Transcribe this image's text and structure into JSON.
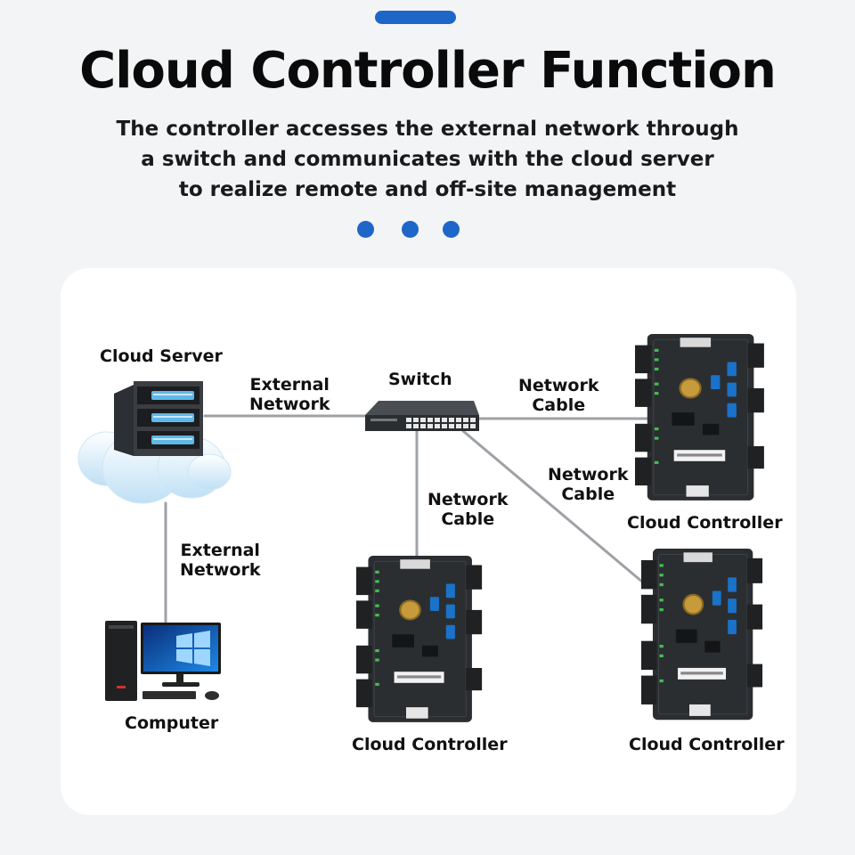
{
  "header": {
    "title": "Cloud Controller Function",
    "subtitle_lines": [
      "The controller accesses the external network through",
      "a switch and communicates with the cloud server",
      "to realize remote and off-site management"
    ]
  },
  "diagram": {
    "nodes": {
      "cloud_server": "Cloud Server",
      "switch": "Switch",
      "computer": "Computer",
      "controller_top_right": "Cloud Controller",
      "controller_bottom_center": "Cloud Controller",
      "controller_bottom_right": "Cloud Controller"
    },
    "edges": {
      "server_switch": [
        "External",
        "Network"
      ],
      "server_computer": [
        "External",
        "Network"
      ],
      "switch_controller_top_right": [
        "Network",
        "Cable"
      ],
      "switch_controller_bottom_center": [
        "Network",
        "Cable"
      ],
      "switch_controller_bottom_right": [
        "Network",
        "Cable"
      ]
    }
  },
  "colors": {
    "accent": "#1e66c8",
    "board": "#2b2e31",
    "relay": "#1a72c9",
    "link": "#9ea1a5"
  }
}
